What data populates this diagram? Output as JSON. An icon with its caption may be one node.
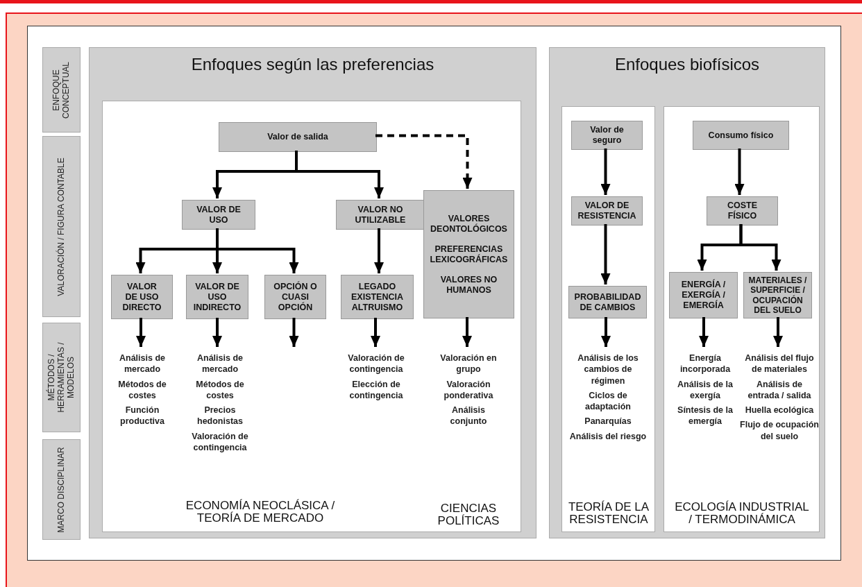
{
  "diagram": {
    "nodes": [
      {
        "text": [
          "ENFOQUE CONCEPTUAL"
        ]
      },
      {
        "text": [
          "VALORACIÓN / FIGURA CONTABLE"
        ]
      },
      {
        "text": [
          "MÉTODOS / HERRAMIENTAS / MODELOS"
        ]
      },
      {
        "text": [
          "MARCO DISCIPLINAR"
        ]
      },
      {
        "text": [
          "Enfoques según las preferencias"
        ]
      },
      {
        "text": [
          "ECONOMÍA NEOCLÁSICA / TEORÍA DE MERCADO",
          "CIENCIAS POLÍTICAS"
        ],
        "in": 4
      },
      {
        "text": [
          "Valor de salida"
        ],
        "in": 5
      },
      {
        "text": [
          "VALOR DE USO"
        ],
        "in": 5
      },
      {
        "text": [
          "VALOR NO UTILIZABLE"
        ],
        "in": 5
      },
      {
        "text": [
          "VALORES DEONTOLÓGICOS",
          "PREFERENCIAS LEXICOGRÁFICAS",
          "VALORES NO HUMANOS"
        ],
        "in": 5
      },
      {
        "text": [
          "VALOR DE USO DIRECTO"
        ],
        "in": 5
      },
      {
        "text": [
          "VALOR DE USO INDIRECTO"
        ],
        "in": 5
      },
      {
        "text": [
          "OPCIÓN O CUASI OPCIÓN"
        ],
        "in": 5
      },
      {
        "text": [
          "LEGADO EXISTENCIA ALTRUISMO"
        ],
        "in": 5
      },
      {
        "text": [
          "Análisis de mercado",
          "Métodos de costes",
          "Función productiva"
        ],
        "in": 5
      },
      {
        "text": [
          "Análisis de mercado",
          "Métodos de costes",
          "Precios hedonistas",
          "Valoración de contingencia"
        ],
        "in": 5
      },
      {
        "text": [
          "Valoración de contingencia",
          "Elección de contingencia"
        ],
        "in": 5
      },
      {
        "text": [
          "Valoración en grupo",
          "Valoración ponderativa",
          "Análisis conjunto"
        ],
        "in": 5
      },
      {
        "text": [
          "Enfoques biofísicos"
        ]
      },
      {
        "text": [
          "TEORÍA DE LA RESISTENCIA"
        ],
        "in": 18
      },
      {
        "text": [
          "Valor de seguro"
        ],
        "in": 19
      },
      {
        "text": [
          "VALOR DE RESISTENCIA"
        ],
        "in": 19
      },
      {
        "text": [
          "PROBABILIDAD DE CAMBIOS"
        ],
        "in": 19
      },
      {
        "text": [
          "Análisis de los cambios de régimen",
          "Ciclos de adaptación",
          "Panarquías",
          "Análisis del riesgo"
        ],
        "in": 19
      },
      {
        "text": [
          "ECOLOGÍA INDUSTRIAL / TERMODINÁMICA"
        ],
        "in": 18
      },
      {
        "text": [
          "Consumo físico"
        ],
        "in": 24
      },
      {
        "text": [
          "COSTE FÍSICO"
        ],
        "in": 24
      },
      {
        "text": [
          "ENERGÍA / EXERGÍA / EMERGÍA"
        ],
        "in": 24
      },
      {
        "text": [
          "MATERIALES / SUPERFICIE / OCUPACIÓN DEL SUELO"
        ],
        "in": 24
      },
      {
        "text": [
          "Energía incorporada",
          "Análisis de la exergía",
          "Síntesis de la emergía"
        ],
        "in": 24
      },
      {
        "text": [
          "Análisis del flujo de materiales",
          "Análisis de entrada / salida",
          "Huella ecológica",
          "Flujo de ocupación del suelo"
        ],
        "in": 24
      }
    ],
    "edges": [
      {
        "from": 6,
        "to": 7,
        "arrow": "to"
      },
      {
        "from": 6,
        "to": 8,
        "arrow": "to"
      },
      {
        "from": 6,
        "to": 9,
        "arrow": "to",
        "style": "dashed"
      },
      {
        "from": 7,
        "to": 10,
        "arrow": "to"
      },
      {
        "from": 7,
        "to": 11,
        "arrow": "to"
      },
      {
        "from": 7,
        "to": 12,
        "arrow": "to"
      },
      {
        "from": 8,
        "to": 13,
        "arrow": "to"
      },
      {
        "from": 10,
        "to": 14,
        "arrow": "to"
      },
      {
        "from": 11,
        "to": 15,
        "arrow": "to"
      },
      {
        "from": 12,
        "to": null,
        "arrow": "to"
      },
      {
        "from": 13,
        "to": 16,
        "arrow": "to"
      },
      {
        "from": 9,
        "to": 17,
        "arrow": "to"
      },
      {
        "from": 20,
        "to": 21,
        "arrow": "to"
      },
      {
        "from": 21,
        "to": 22,
        "arrow": "to"
      },
      {
        "from": 22,
        "to": 23,
        "arrow": "to"
      },
      {
        "from": 25,
        "to": 26,
        "arrow": "to"
      },
      {
        "from": 26,
        "to": 27,
        "arrow": "to"
      },
      {
        "from": 26,
        "to": 28,
        "arrow": "to"
      },
      {
        "from": 27,
        "to": 29,
        "arrow": "to"
      },
      {
        "from": 28,
        "to": 30,
        "arrow": "to"
      }
    ]
  }
}
